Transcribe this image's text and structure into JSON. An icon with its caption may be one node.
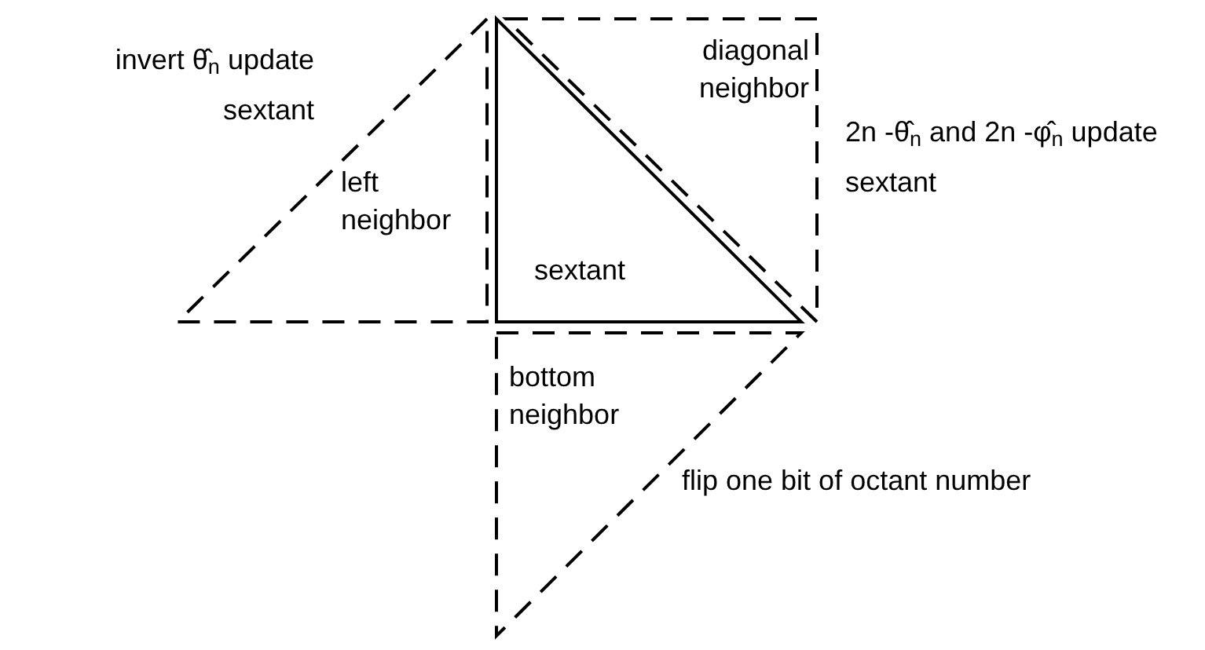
{
  "diagram": {
    "nodes": [
      {
        "text": [
          "left neighbor"
        ],
        "beside": [
          "invert θ̂$_{n}$ update sextant"
        ]
      },
      {
        "text": [
          "sextant"
        ]
      },
      {
        "text": [
          "diagonal neighbor"
        ],
        "beside": [
          "2n -θ̂$_{n}$ and 2n -φ̂$_{n}$ update sextant"
        ]
      },
      {
        "text": [
          "bottom neighbor"
        ],
        "beside": [
          "flip one bit of octant number"
        ]
      }
    ],
    "edges": []
  }
}
